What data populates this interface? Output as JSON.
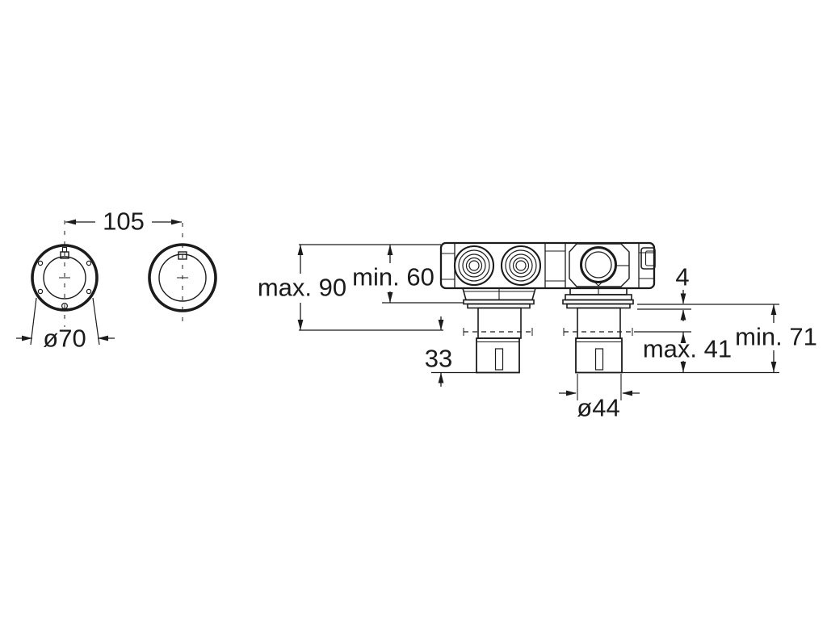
{
  "page": {
    "background_color": "#ffffff",
    "line_color": "#1b1b1b",
    "description": "Technical installation dimension drawing of a concealed two-handle valve body with two wall trim rosettes"
  },
  "front_view": {
    "name": "wall-rosettes-front-view",
    "dims": {
      "center_spacing": "105",
      "rosette_diameter": "ø70"
    }
  },
  "side_view": {
    "name": "valve-body-side-view",
    "dims": {
      "max_depth": "max. 90",
      "min_depth": "min. 60",
      "stub_below_wall": "33",
      "flange_thickness": "4",
      "min_stub_length": "min. 71",
      "max_stub_in_wall": "max. 41",
      "stub_diameter": "ø44"
    }
  }
}
